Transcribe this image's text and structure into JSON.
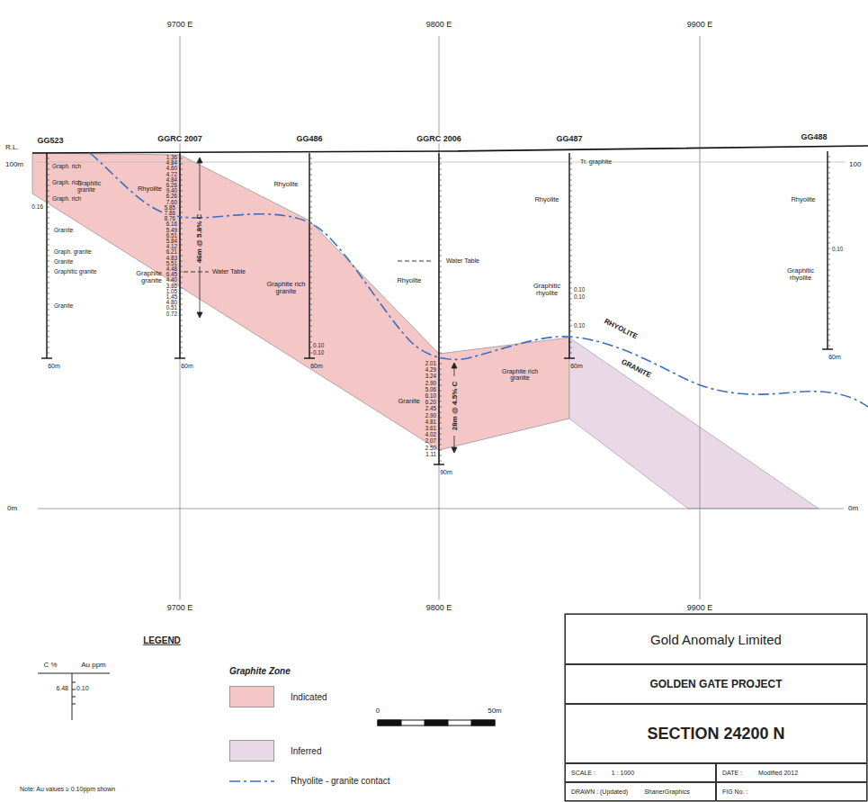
{
  "diagram": {
    "nodes": [
      {
        "text": [
          "Gold Anomaly Limited"
        ]
      },
      {
        "text": [
          "GOLDEN GATE PROJECT"
        ]
      },
      {
        "text": [
          "SECTION 24200 N"
        ]
      },
      {
        "text": [
          "SCALE :",
          "1 : 1000"
        ]
      },
      {
        "text": [
          "DATE :",
          "Modified 2012"
        ]
      },
      {
        "text": [
          "DRAWN : (Updated)",
          "ShanerGraphics"
        ]
      },
      {
        "text": [
          "FIG No. :"
        ]
      }
    ],
    "labels": [
      "9700 E",
      "9800 E",
      "9900 E",
      "9700 E",
      "9800 E",
      "9900 E",
      "R.L.",
      "100m",
      "100",
      "0m",
      "0m",
      "GG523",
      "GGRC 2007",
      "GG486",
      "GGRC 2006",
      "GG487",
      "GG488",
      "60m",
      "60m",
      "60m",
      "90m",
      "60m",
      "60m",
      "Graph. rich",
      "Graph. rich",
      "Graph. rich",
      "Graphitic granite",
      "Granite",
      "Graph. granite",
      "Granite",
      "Graphitic granite",
      "Granite",
      "0.16",
      "Rhyolite",
      "Graphite granite",
      "Water Table",
      "46m @ 5.8% C",
      "1.36",
      "4.84",
      "4.60",
      "4.72",
      "4.84",
      "6.26",
      "9.40",
      "6.26",
      "7.60",
      "5.85",
      "7.86",
      "8.76",
      "6.16",
      "5.49",
      "6.51",
      "5.84",
      "4.12",
      "6.21",
      "4.83",
      "5.51",
      "4.48",
      "6.45",
      "4.40",
      "3.86",
      "1.05",
      "1.45",
      "4.80",
      "0.51",
      "0.72",
      "Rhyolite",
      "Graphite rich granite",
      "0.10",
      "0.10",
      "Rhyolite",
      "Water Table",
      "Granite",
      "28m @ 4.5% C",
      "2.01",
      "4.29",
      "3.24",
      "2.90",
      "5.06",
      "6.10",
      "6.20",
      "2.45",
      "2.90",
      "4.81",
      "3.61",
      "4.02",
      "2.07",
      "2.50",
      "1.11",
      "Tr. graphite",
      "Rhyolite",
      "Graphitic rhyolite",
      "0.10",
      "0.10",
      "0.10",
      "Graphite rich granite",
      "Rhyolite",
      "0.10",
      "Graphitic rhyolite",
      "RHYOLITE",
      "GRANITE",
      "LEGEND",
      "C %",
      "Au ppm",
      "6.48",
      "0.10",
      "Graphite Zone",
      "0",
      "50m",
      "Note: Au values ≥ 0.10ppm shown"
    ],
    "legend": [
      {
        "text": "Indicated",
        "color": "#f4c6c6"
      },
      {
        "text": "Inferred",
        "color": "#e9d8e6"
      },
      {
        "text": "Rhyolite - granite contact"
      }
    ]
  }
}
